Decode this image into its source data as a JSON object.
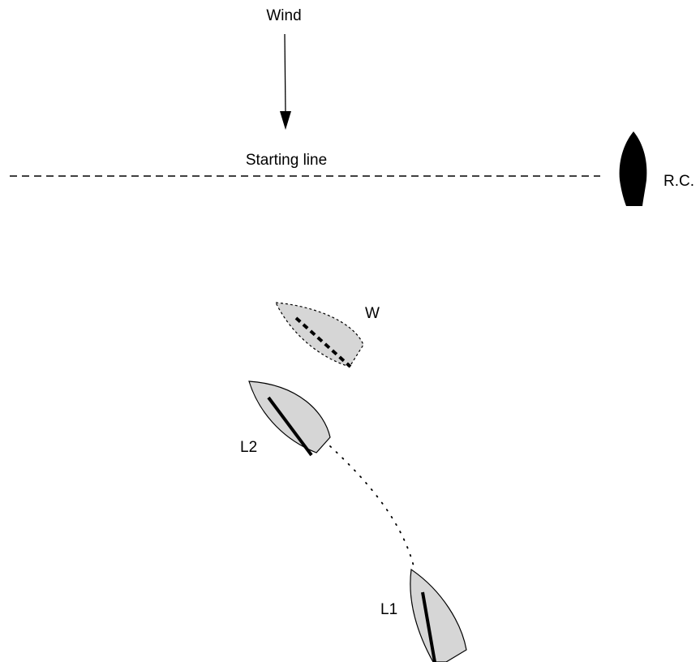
{
  "labels": {
    "wind": "Wind",
    "starting_line": "Starting line",
    "committee_boat": "R.C.",
    "boat_w": "W",
    "boat_l2": "L2",
    "boat_l1": "L1"
  },
  "colors": {
    "hull_fill": "#d6d6d6",
    "committee_boat_fill": "#000000",
    "line": "#000000",
    "background": "#ffffff"
  }
}
